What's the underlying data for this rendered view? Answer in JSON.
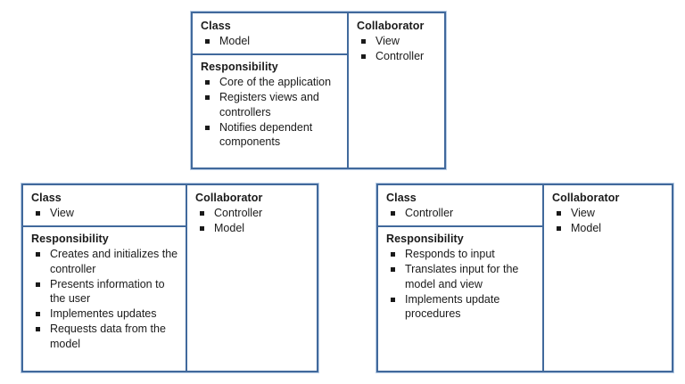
{
  "diagram": {
    "type": "crc-cards",
    "pattern": "Model-View-Controller",
    "labels": {
      "class": "Class",
      "responsibility": "Responsibility",
      "collaborator": "Collaborator"
    },
    "colors": {
      "border": "#41699c",
      "border_outer": "#b9cde5",
      "background": "#ffffff",
      "text": "#1a1a1a"
    },
    "bullet_glyph": "square-bullet"
  },
  "cards": [
    {
      "id": "model",
      "class_name": "Model",
      "responsibilities": [
        "Core of the application",
        "Registers views and controllers",
        "Notifies dependent components"
      ],
      "collaborators": [
        "View",
        "Controller"
      ]
    },
    {
      "id": "view",
      "class_name": "View",
      "responsibilities": [
        "Creates and initializes the controller",
        "Presents information to the user",
        "Implementes updates",
        "Requests data from the model"
      ],
      "collaborators": [
        "Controller",
        "Model"
      ]
    },
    {
      "id": "controller",
      "class_name": "Controller",
      "responsibilities": [
        "Responds to input",
        "Translates input for the model and view",
        "Implements update procedures"
      ],
      "collaborators": [
        "View",
        "Model"
      ]
    }
  ]
}
